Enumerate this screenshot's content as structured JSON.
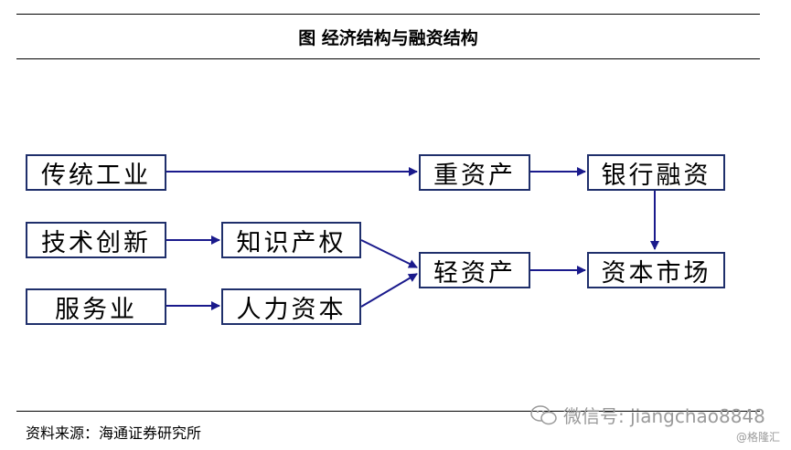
{
  "figure": {
    "title": "图  经济结构与融资结构",
    "source": "资料来源：海通证券研究所"
  },
  "nodes": {
    "traditional_industry": "传统工业",
    "tech_innovation": "技术创新",
    "service_industry": "服务业",
    "intellectual_property": "知识产权",
    "human_capital": "人力资本",
    "heavy_assets": "重资产",
    "light_assets": "轻资产",
    "bank_financing": "银行融资",
    "capital_market": "资本市场"
  },
  "watermark": {
    "wechat": "微信号: jiangchao8848",
    "platform": "@格隆汇"
  },
  "colors": {
    "border": "#1f2f6b",
    "arrow": "#1a1a8c",
    "watermark": "#9a9a9a"
  }
}
